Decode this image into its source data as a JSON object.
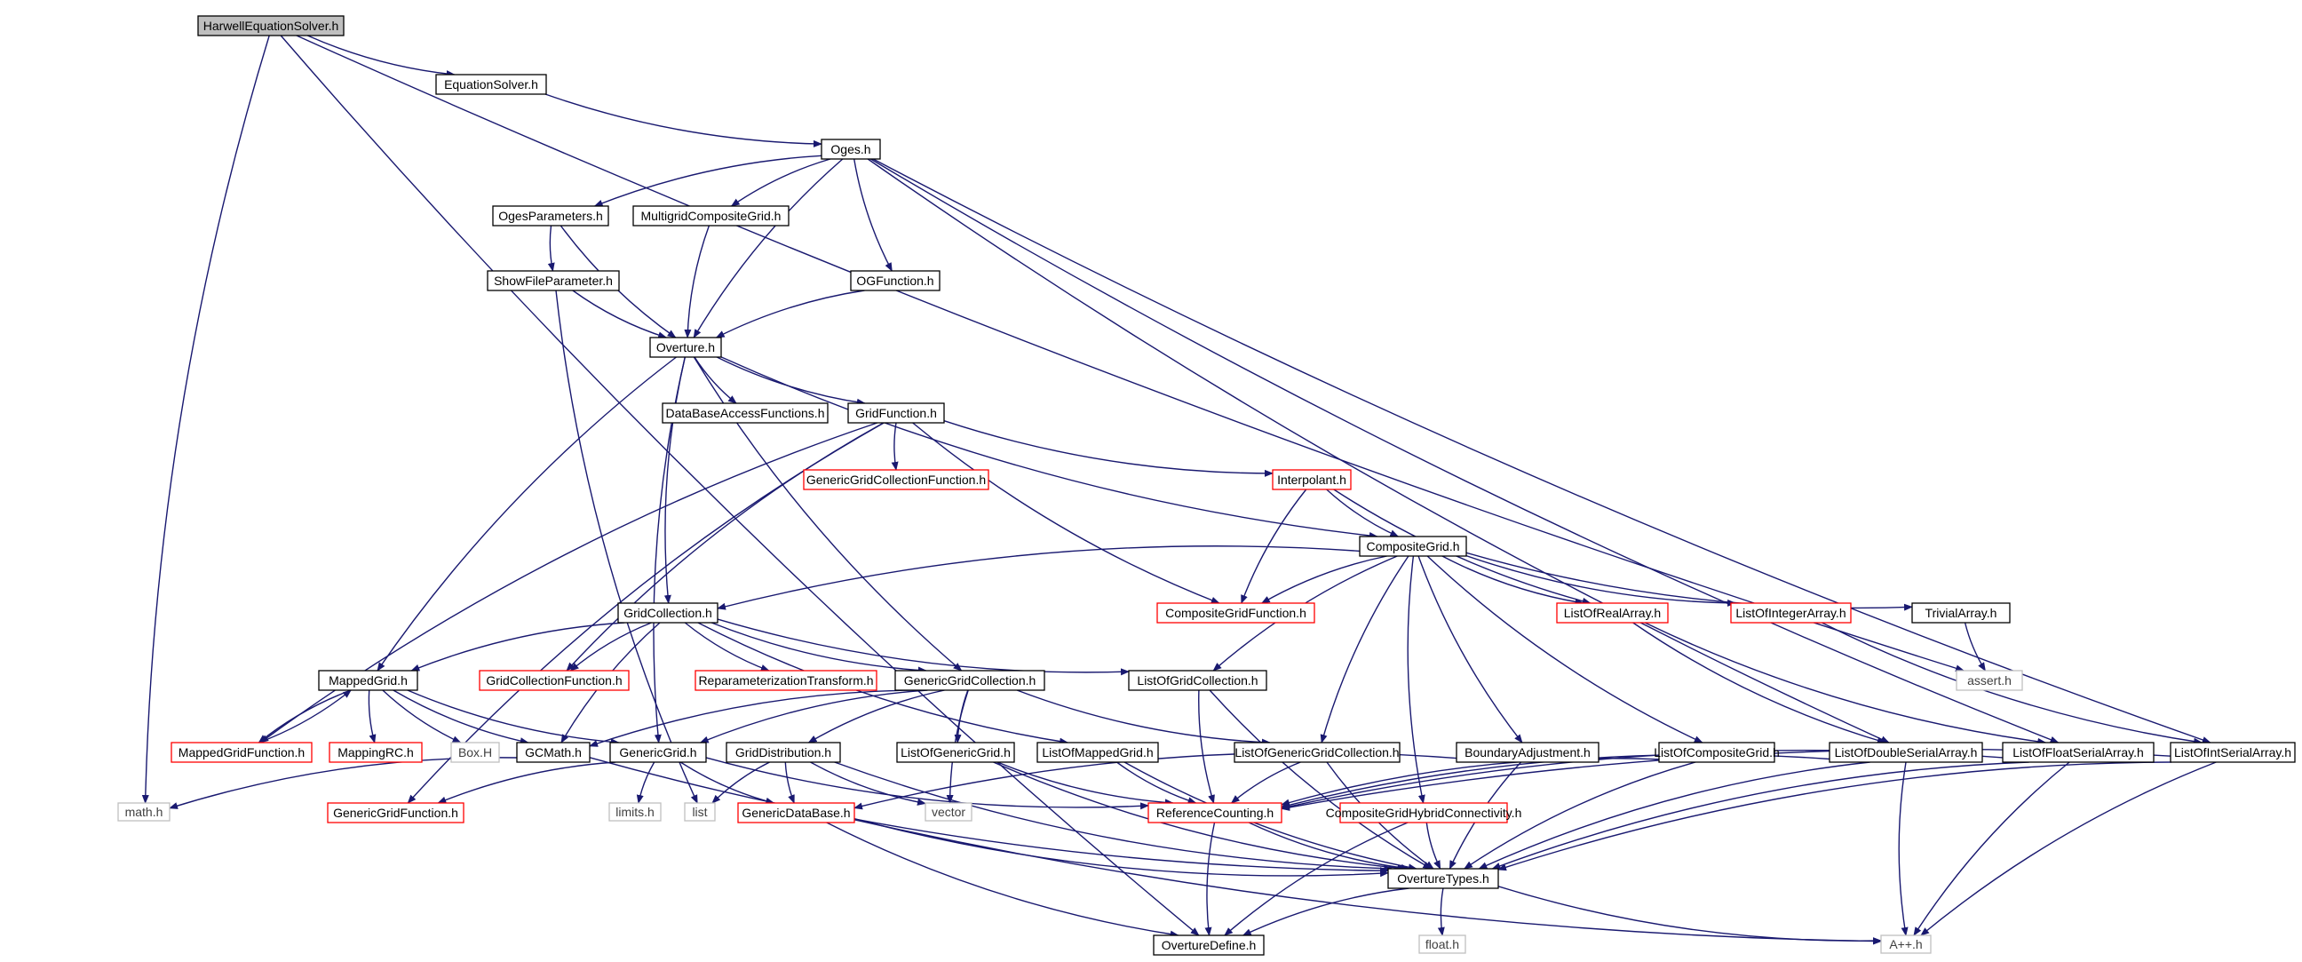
{
  "title": "HarwellEquationSolver.h",
  "colors": {
    "edge": "#191970",
    "node_border": "#000000",
    "linked_border": "#ff0000",
    "external_border": "#bfbfbf",
    "root_fill": "#bfbfbf",
    "text": "#000000",
    "external_text": "#404040"
  },
  "nodes": [
    {
      "id": "harwell",
      "label": "HarwellEquationSolver.h",
      "kind": "root"
    },
    {
      "id": "eqsolver",
      "label": "EquationSolver.h",
      "kind": "normal"
    },
    {
      "id": "oges",
      "label": "Oges.h",
      "kind": "normal"
    },
    {
      "id": "ogesparams",
      "label": "OgesParameters.h",
      "kind": "normal"
    },
    {
      "id": "multigrid",
      "label": "MultigridCompositeGrid.h",
      "kind": "normal"
    },
    {
      "id": "showfile",
      "label": "ShowFileParameter.h",
      "kind": "normal"
    },
    {
      "id": "ogfunction",
      "label": "OGFunction.h",
      "kind": "normal"
    },
    {
      "id": "overture",
      "label": "Overture.h",
      "kind": "normal"
    },
    {
      "id": "dbaccess",
      "label": "DataBaseAccessFunctions.h",
      "kind": "normal"
    },
    {
      "id": "gridfunction",
      "label": "GridFunction.h",
      "kind": "normal"
    },
    {
      "id": "ggcfunction",
      "label": "GenericGridCollectionFunction.h",
      "kind": "linked"
    },
    {
      "id": "interpolant",
      "label": "Interpolant.h",
      "kind": "linked"
    },
    {
      "id": "compositegrid",
      "label": "CompositeGrid.h",
      "kind": "normal"
    },
    {
      "id": "gridcollection",
      "label": "GridCollection.h",
      "kind": "normal"
    },
    {
      "id": "cgfunction",
      "label": "CompositeGridFunction.h",
      "kind": "linked"
    },
    {
      "id": "listofreal",
      "label": "ListOfRealArray.h",
      "kind": "linked"
    },
    {
      "id": "listofinteger",
      "label": "ListOfIntegerArray.h",
      "kind": "linked"
    },
    {
      "id": "trivialarray",
      "label": "TrivialArray.h",
      "kind": "normal"
    },
    {
      "id": "mappedgrid",
      "label": "MappedGrid.h",
      "kind": "normal"
    },
    {
      "id": "gcfunction",
      "label": "GridCollectionFunction.h",
      "kind": "linked"
    },
    {
      "id": "reparam",
      "label": "ReparameterizationTransform.h",
      "kind": "linked"
    },
    {
      "id": "ggcollection",
      "label": "GenericGridCollection.h",
      "kind": "normal"
    },
    {
      "id": "listofgc",
      "label": "ListOfGridCollection.h",
      "kind": "normal"
    },
    {
      "id": "assert",
      "label": "assert.h",
      "kind": "external"
    },
    {
      "id": "mappedgridfunction",
      "label": "MappedGridFunction.h",
      "kind": "linked"
    },
    {
      "id": "mappingrc",
      "label": "MappingRC.h",
      "kind": "linked"
    },
    {
      "id": "boxh",
      "label": "Box.H",
      "kind": "external"
    },
    {
      "id": "gcmath",
      "label": "GCMath.h",
      "kind": "normal"
    },
    {
      "id": "genericgrid",
      "label": "GenericGrid.h",
      "kind": "normal"
    },
    {
      "id": "griddist",
      "label": "GridDistribution.h",
      "kind": "normal"
    },
    {
      "id": "listofgenericgrid",
      "label": "ListOfGenericGrid.h",
      "kind": "normal"
    },
    {
      "id": "listofmappedgrid",
      "label": "ListOfMappedGrid.h",
      "kind": "normal"
    },
    {
      "id": "listofggc",
      "label": "ListOfGenericGridCollection.h",
      "kind": "normal"
    },
    {
      "id": "boundaryadj",
      "label": "BoundaryAdjustment.h",
      "kind": "normal"
    },
    {
      "id": "listofcg",
      "label": "ListOfCompositeGrid.h",
      "kind": "normal"
    },
    {
      "id": "listofdouble",
      "label": "ListOfDoubleSerialArray.h",
      "kind": "normal"
    },
    {
      "id": "listoffloat",
      "label": "ListOfFloatSerialArray.h",
      "kind": "normal"
    },
    {
      "id": "listofint",
      "label": "ListOfIntSerialArray.h",
      "kind": "normal"
    },
    {
      "id": "mathh",
      "label": "math.h",
      "kind": "external"
    },
    {
      "id": "genericgridfunction",
      "label": "GenericGridFunction.h",
      "kind": "linked"
    },
    {
      "id": "limits",
      "label": "limits.h",
      "kind": "external"
    },
    {
      "id": "list",
      "label": "list",
      "kind": "external"
    },
    {
      "id": "gdb",
      "label": "GenericDataBase.h",
      "kind": "linked"
    },
    {
      "id": "vector",
      "label": "vector",
      "kind": "external"
    },
    {
      "id": "refcount",
      "label": "ReferenceCounting.h",
      "kind": "linked"
    },
    {
      "id": "cghybrid",
      "label": "CompositeGridHybridConnectivity.h",
      "kind": "linked"
    },
    {
      "id": "overturetypes",
      "label": "OvertureTypes.h",
      "kind": "normal"
    },
    {
      "id": "overturedefine",
      "label": "OvertureDefine.h",
      "kind": "normal"
    },
    {
      "id": "floath",
      "label": "float.h",
      "kind": "external"
    },
    {
      "id": "appph",
      "label": "A++.h",
      "kind": "external"
    }
  ],
  "edges": [
    [
      "harwell",
      "eqsolver"
    ],
    [
      "harwell",
      "assert"
    ],
    [
      "harwell",
      "mathh"
    ],
    [
      "harwell",
      "overturedefine"
    ],
    [
      "eqsolver",
      "oges"
    ],
    [
      "oges",
      "ogesparams"
    ],
    [
      "oges",
      "multigrid"
    ],
    [
      "oges",
      "overture"
    ],
    [
      "oges",
      "ogfunction"
    ],
    [
      "oges",
      "listofdouble"
    ],
    [
      "oges",
      "listoffloat"
    ],
    [
      "oges",
      "listofint"
    ],
    [
      "ogesparams",
      "showfile"
    ],
    [
      "ogesparams",
      "overture"
    ],
    [
      "multigrid",
      "overture"
    ],
    [
      "showfile",
      "overture"
    ],
    [
      "showfile",
      "list"
    ],
    [
      "ogfunction",
      "overture"
    ],
    [
      "overture",
      "dbaccess"
    ],
    [
      "overture",
      "gridfunction"
    ],
    [
      "overture",
      "compositegrid"
    ],
    [
      "overture",
      "mappedgrid"
    ],
    [
      "overture",
      "genericgrid"
    ],
    [
      "overture",
      "gridcollection"
    ],
    [
      "overture",
      "ggcollection"
    ],
    [
      "gridfunction",
      "ggcfunction"
    ],
    [
      "gridfunction",
      "interpolant"
    ],
    [
      "gridfunction",
      "cgfunction"
    ],
    [
      "gridfunction",
      "gcfunction"
    ],
    [
      "gridfunction",
      "mappedgridfunction"
    ],
    [
      "gridfunction",
      "genericgridfunction"
    ],
    [
      "interpolant",
      "compositegrid"
    ],
    [
      "interpolant",
      "cgfunction"
    ],
    [
      "interpolant",
      "listofreal"
    ],
    [
      "compositegrid",
      "gridcollection"
    ],
    [
      "compositegrid",
      "cgfunction"
    ],
    [
      "compositegrid",
      "listofreal"
    ],
    [
      "compositegrid",
      "listofinteger"
    ],
    [
      "compositegrid",
      "trivialarray"
    ],
    [
      "compositegrid",
      "listofgc"
    ],
    [
      "compositegrid",
      "listofggc"
    ],
    [
      "compositegrid",
      "boundaryadj"
    ],
    [
      "compositegrid",
      "listofcg"
    ],
    [
      "compositegrid",
      "cghybrid"
    ],
    [
      "gridcollection",
      "mappedgrid"
    ],
    [
      "gridcollection",
      "gcfunction"
    ],
    [
      "gridcollection",
      "reparam"
    ],
    [
      "gridcollection",
      "ggcollection"
    ],
    [
      "gridcollection",
      "listofgc"
    ],
    [
      "gridcollection",
      "listofmappedgrid"
    ],
    [
      "gridcollection",
      "gcmath"
    ],
    [
      "listofreal",
      "listofdouble"
    ],
    [
      "listofreal",
      "listoffloat"
    ],
    [
      "listofinteger",
      "listofint"
    ],
    [
      "trivialarray",
      "assert"
    ],
    [
      "mappedgrid",
      "mappedgridfunction"
    ],
    [
      "mappedgrid",
      "mappingrc"
    ],
    [
      "mappedgrid",
      "boxh"
    ],
    [
      "mappedgrid",
      "gcmath"
    ],
    [
      "mappedgrid",
      "genericgrid"
    ],
    [
      "mappedgridfunction",
      "mappedgrid"
    ],
    [
      "ggcollection",
      "genericgrid"
    ],
    [
      "ggcollection",
      "griddist"
    ],
    [
      "ggcollection",
      "listofgenericgrid"
    ],
    [
      "ggcollection",
      "listofggc"
    ],
    [
      "ggcollection",
      "gcmath"
    ],
    [
      "ggcollection",
      "vector"
    ],
    [
      "listofgc",
      "refcount"
    ],
    [
      "listofgc",
      "overturetypes"
    ],
    [
      "gcmath",
      "mathh"
    ],
    [
      "gcmath",
      "overturetypes"
    ],
    [
      "genericgrid",
      "genericgridfunction"
    ],
    [
      "genericgrid",
      "limits"
    ],
    [
      "genericgrid",
      "gdb"
    ],
    [
      "genericgrid",
      "refcount"
    ],
    [
      "griddist",
      "list"
    ],
    [
      "griddist",
      "gdb"
    ],
    [
      "griddist",
      "vector"
    ],
    [
      "griddist",
      "overturetypes"
    ],
    [
      "listofgenericgrid",
      "refcount"
    ],
    [
      "listofgenericgrid",
      "overturetypes"
    ],
    [
      "listofmappedgrid",
      "refcount"
    ],
    [
      "listofmappedgrid",
      "overturetypes"
    ],
    [
      "listofggc",
      "refcount"
    ],
    [
      "listofggc",
      "overturetypes"
    ],
    [
      "boundaryadj",
      "gdb"
    ],
    [
      "boundaryadj",
      "overturetypes"
    ],
    [
      "listofcg",
      "refcount"
    ],
    [
      "listofcg",
      "overturetypes"
    ],
    [
      "listofdouble",
      "refcount"
    ],
    [
      "listofdouble",
      "overturetypes"
    ],
    [
      "listofdouble",
      "appph"
    ],
    [
      "listoffloat",
      "refcount"
    ],
    [
      "listoffloat",
      "overturetypes"
    ],
    [
      "listoffloat",
      "appph"
    ],
    [
      "listofint",
      "refcount"
    ],
    [
      "listofint",
      "overturetypes"
    ],
    [
      "listofint",
      "appph"
    ],
    [
      "gdb",
      "overturetypes"
    ],
    [
      "gdb",
      "overturedefine"
    ],
    [
      "gdb",
      "appph"
    ],
    [
      "refcount",
      "overturetypes"
    ],
    [
      "refcount",
      "overturedefine"
    ],
    [
      "cghybrid",
      "overturetypes"
    ],
    [
      "cghybrid",
      "overturedefine"
    ],
    [
      "overturetypes",
      "floath"
    ],
    [
      "overturetypes",
      "overturedefine"
    ],
    [
      "overturetypes",
      "appph"
    ]
  ]
}
